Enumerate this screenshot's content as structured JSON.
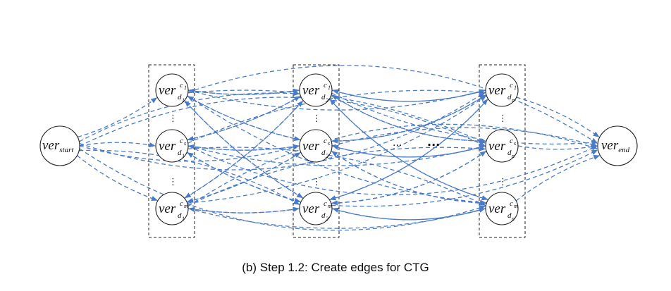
{
  "colors": {
    "edge": "#4a7bc8",
    "node_stroke": "#222222"
  },
  "caption": "(b) Step 1.2: Create edges for CTG",
  "nodes": {
    "start": {
      "base": "ver",
      "sub": "start"
    },
    "end": {
      "base": "ver",
      "sub": "end"
    },
    "d1_c1": {
      "base": "ver",
      "sup": "c",
      "supsub": "1",
      "sub": "d",
      "subsub": "1"
    },
    "d1_cs": {
      "base": "ver",
      "sup": "c",
      "supsub": "s",
      "sub": "d",
      "subsub": "1"
    },
    "d1_cm": {
      "base": "ver",
      "sup": "c",
      "supsub": "m",
      "sub": "d",
      "subsub": "1"
    },
    "d2_c1": {
      "base": "ver",
      "sup": "c",
      "supsub": "1",
      "sub": "d",
      "subsub": "2"
    },
    "d2_cs": {
      "base": "ver",
      "sup": "c",
      "supsub": "s",
      "sub": "d",
      "subsub": "2"
    },
    "d2_cm": {
      "base": "ver",
      "sup": "c",
      "supsub": "m",
      "sub": "d",
      "subsub": "2"
    },
    "dn_c1": {
      "base": "ver",
      "sup": "c",
      "supsub": "1",
      "sub": "d",
      "subsub": "n"
    },
    "dn_cs": {
      "base": "ver",
      "sup": "c",
      "supsub": "s",
      "sub": "d",
      "subsub": "n"
    },
    "dn_cm": {
      "base": "ver",
      "sup": "c",
      "supsub": "m",
      "sub": "d",
      "subsub": "n"
    }
  },
  "ellipsis": {
    "vertical": "⋮",
    "horizontal_light": "···",
    "horizontal_bold": "···"
  }
}
